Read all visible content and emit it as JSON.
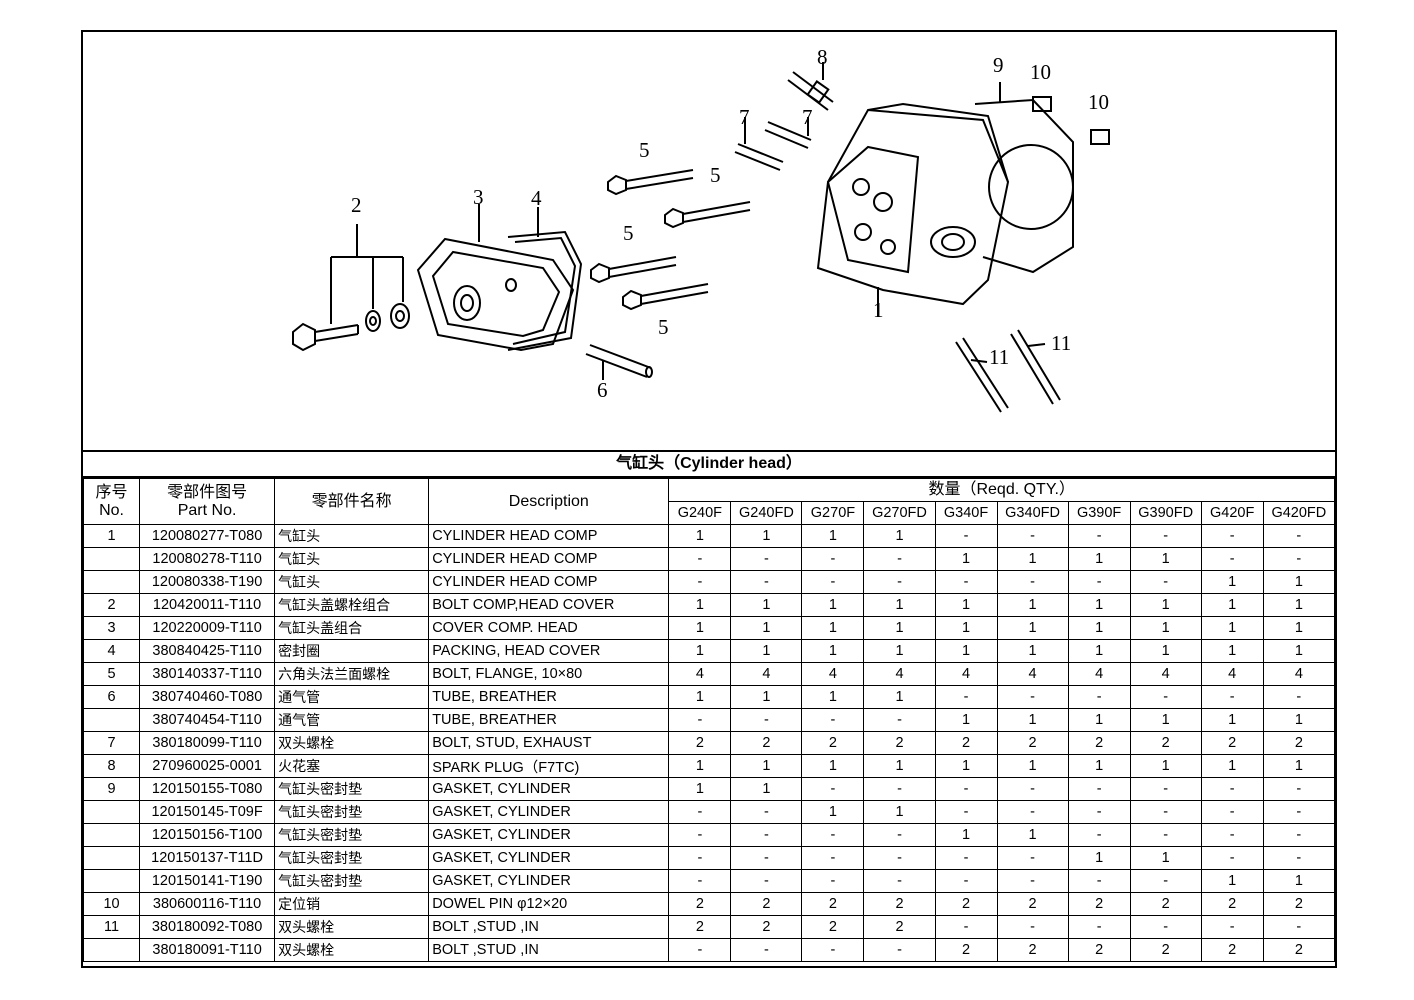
{
  "diagram": {
    "callouts": [
      "1",
      "2",
      "3",
      "4",
      "5",
      "5",
      "5",
      "5",
      "6",
      "7",
      "7",
      "8",
      "9",
      "10",
      "10",
      "11",
      "11"
    ]
  },
  "section_title": "气缸头（Cylinder head）",
  "table": {
    "headers": {
      "seq_cn": "序号",
      "seq_en": "No.",
      "partno_cn": "零部件图号",
      "partno_en": "Part No.",
      "name_cn": "零部件名称",
      "description": "Description",
      "qty": "数量（Reqd. QTY.）"
    },
    "models": [
      "G240F",
      "G240FD",
      "G270F",
      "G270FD",
      "G340F",
      "G340FD",
      "G390F",
      "G390FD",
      "G420F",
      "G420FD"
    ],
    "rows": [
      {
        "no": "1",
        "part": "120080277-T080",
        "cn": "气缸头",
        "desc": "CYLINDER HEAD COMP",
        "qty": [
          "1",
          "1",
          "1",
          "1",
          "-",
          "-",
          "-",
          "-",
          "-",
          "-"
        ]
      },
      {
        "no": "",
        "part": "120080278-T110",
        "cn": "气缸头",
        "desc": "CYLINDER HEAD COMP",
        "qty": [
          "-",
          "-",
          "-",
          "-",
          "1",
          "1",
          "1",
          "1",
          "-",
          "-"
        ]
      },
      {
        "no": "",
        "part": "120080338-T190",
        "cn": "气缸头",
        "desc": "CYLINDER HEAD COMP",
        "qty": [
          "-",
          "-",
          "-",
          "-",
          "-",
          "-",
          "-",
          "-",
          "1",
          "1"
        ]
      },
      {
        "no": "2",
        "part": "120420011-T110",
        "cn": "气缸头盖螺栓组合",
        "desc": "BOLT COMP,HEAD COVER",
        "qty": [
          "1",
          "1",
          "1",
          "1",
          "1",
          "1",
          "1",
          "1",
          "1",
          "1"
        ]
      },
      {
        "no": "3",
        "part": "120220009-T110",
        "cn": "气缸头盖组合",
        "desc": "COVER COMP. HEAD",
        "qty": [
          "1",
          "1",
          "1",
          "1",
          "1",
          "1",
          "1",
          "1",
          "1",
          "1"
        ]
      },
      {
        "no": "4",
        "part": "380840425-T110",
        "cn": "密封圈",
        "desc": "PACKING, HEAD COVER",
        "qty": [
          "1",
          "1",
          "1",
          "1",
          "1",
          "1",
          "1",
          "1",
          "1",
          "1"
        ]
      },
      {
        "no": "5",
        "part": "380140337-T110",
        "cn": "六角头法兰面螺栓",
        "desc": "BOLT, FLANGE, 10×80",
        "qty": [
          "4",
          "4",
          "4",
          "4",
          "4",
          "4",
          "4",
          "4",
          "4",
          "4"
        ]
      },
      {
        "no": "6",
        "part": "380740460-T080",
        "cn": "通气管",
        "desc": "TUBE, BREATHER",
        "qty": [
          "1",
          "1",
          "1",
          "1",
          "-",
          "-",
          "-",
          "-",
          "-",
          "-"
        ]
      },
      {
        "no": "",
        "part": "380740454-T110",
        "cn": "通气管",
        "desc": "TUBE, BREATHER",
        "qty": [
          "-",
          "-",
          "-",
          "-",
          "1",
          "1",
          "1",
          "1",
          "1",
          "1"
        ]
      },
      {
        "no": "7",
        "part": "380180099-T110",
        "cn": "双头螺栓",
        "desc": "BOLT, STUD, EXHAUST",
        "qty": [
          "2",
          "2",
          "2",
          "2",
          "2",
          "2",
          "2",
          "2",
          "2",
          "2"
        ]
      },
      {
        "no": "8",
        "part": "270960025-0001",
        "cn": "火花塞",
        "desc": "SPARK PLUG（F7TC)",
        "qty": [
          "1",
          "1",
          "1",
          "1",
          "1",
          "1",
          "1",
          "1",
          "1",
          "1"
        ]
      },
      {
        "no": "9",
        "part": "120150155-T080",
        "cn": "气缸头密封垫",
        "desc": "GASKET, CYLINDER",
        "qty": [
          "1",
          "1",
          "-",
          "-",
          "-",
          "-",
          "-",
          "-",
          "-",
          "-"
        ]
      },
      {
        "no": "",
        "part": "120150145-T09F",
        "cn": "气缸头密封垫",
        "desc": "GASKET, CYLINDER",
        "qty": [
          "-",
          "-",
          "1",
          "1",
          "-",
          "-",
          "-",
          "-",
          "-",
          "-"
        ]
      },
      {
        "no": "",
        "part": "120150156-T100",
        "cn": "气缸头密封垫",
        "desc": "GASKET, CYLINDER",
        "qty": [
          "-",
          "-",
          "-",
          "-",
          "1",
          "1",
          "-",
          "-",
          "-",
          "-"
        ]
      },
      {
        "no": "",
        "part": "120150137-T11D",
        "cn": "气缸头密封垫",
        "desc": "GASKET, CYLINDER",
        "qty": [
          "-",
          "-",
          "-",
          "-",
          "-",
          "-",
          "1",
          "1",
          "-",
          "-"
        ]
      },
      {
        "no": "",
        "part": "120150141-T190",
        "cn": "气缸头密封垫",
        "desc": "GASKET, CYLINDER",
        "qty": [
          "-",
          "-",
          "-",
          "-",
          "-",
          "-",
          "-",
          "-",
          "1",
          "1"
        ]
      },
      {
        "no": "10",
        "part": "380600116-T110",
        "cn": "定位销",
        "desc": "DOWEL PIN φ12×20",
        "qty": [
          "2",
          "2",
          "2",
          "2",
          "2",
          "2",
          "2",
          "2",
          "2",
          "2"
        ]
      },
      {
        "no": "11",
        "part": "380180092-T080",
        "cn": "双头螺栓",
        "desc": "BOLT ,STUD ,IN",
        "qty": [
          "2",
          "2",
          "2",
          "2",
          "-",
          "-",
          "-",
          "-",
          "-",
          "-"
        ]
      },
      {
        "no": "",
        "part": "380180091-T110",
        "cn": "双头螺栓",
        "desc": "BOLT ,STUD ,IN",
        "qty": [
          "-",
          "-",
          "-",
          "-",
          "2",
          "2",
          "2",
          "2",
          "2",
          "2"
        ]
      }
    ]
  }
}
